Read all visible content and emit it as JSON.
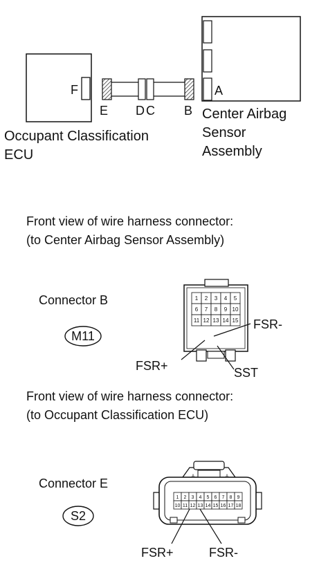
{
  "system_diagram": {
    "ecu_label_line1": "Occupant Classification",
    "ecu_label_line2": "ECU",
    "sensor_label_line1": "Center Airbag",
    "sensor_label_line2": "Sensor",
    "sensor_label_line3": "Assembly",
    "connector_letters": {
      "F": "F",
      "E": "E",
      "D": "D",
      "C": "C",
      "B": "B",
      "A": "A"
    }
  },
  "connector_b_section": {
    "heading_line1": "Front view of wire harness connector:",
    "heading_line2": "(to Center Airbag Sensor Assembly)",
    "connector_label": "Connector B",
    "code": "M11",
    "pins_row1": [
      "1",
      "2",
      "3",
      "4",
      "5"
    ],
    "pins_row2": [
      "6",
      "7",
      "8",
      "9",
      "10"
    ],
    "pins_row3": [
      "11",
      "12",
      "13",
      "14",
      "15"
    ],
    "callout_fsr_minus": "FSR-",
    "callout_fsr_plus": "FSR+",
    "callout_sst": "SST"
  },
  "connector_e_section": {
    "heading_line1": "Front view of wire harness connector:",
    "heading_line2": "(to Occupant Classification ECU)",
    "connector_label": "Connector E",
    "code": "S2",
    "lock_marks": [
      "A",
      "A"
    ],
    "pins_row1": [
      "1",
      "2",
      "3",
      "4",
      "5",
      "6",
      "7",
      "8",
      "9"
    ],
    "pins_row2": [
      "10",
      "11",
      "12",
      "13",
      "14",
      "15",
      "16",
      "17",
      "18"
    ],
    "callout_fsr_plus": "FSR+",
    "callout_fsr_minus": "FSR-"
  }
}
